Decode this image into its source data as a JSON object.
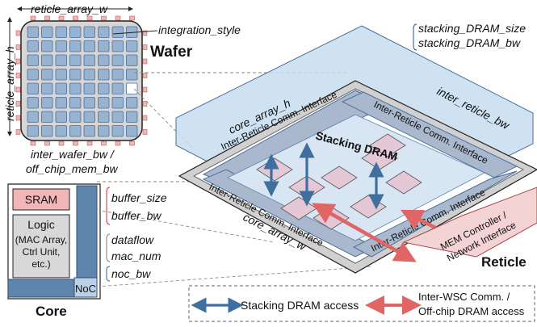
{
  "wafer": {
    "title": "Wafer",
    "reticle_array_w": "reticle_array_w",
    "reticle_array_h": "reticle_array_h",
    "integration_style": "integration_style",
    "inter_wafer_bw": "inter_wafer_bw /",
    "off_chip_mem_bw": "off_chip_mem_bw"
  },
  "core": {
    "title": "Core",
    "sram": "SRAM",
    "logic": "Logic",
    "logic_detail": [
      "(MAC Array,",
      "Ctrl Unit,",
      "etc.)"
    ],
    "noc": "NoC",
    "params": [
      "buffer_size",
      "buffer_bw",
      "dataflow",
      "mac_num",
      "noc_bw"
    ]
  },
  "reticle": {
    "title": "Reticle",
    "stacking_dram": "Stacking DRAM",
    "stacking_dram_size": "stacking_DRAM_size",
    "stacking_dram_bw": "stacking_DRAM_bw",
    "inter_reticle_bw": "inter_reticle_bw",
    "core_array_h": "core_array_h",
    "core_array_w": "core_array_w",
    "interface_label": "Inter-Reticle Comm. Interface",
    "mem_controller": [
      "MEM Controller /",
      "Network Interface"
    ]
  },
  "legend": {
    "stacking_access": "Stacking DRAM access",
    "inter_wsc_1": "Inter-WSC Comm. /",
    "inter_wsc_2": "Off-chip DRAM access"
  },
  "colors": {
    "grid_blue": "#4a6f9c",
    "dram_blue": "#c6ddf0",
    "core_pink": "#ecd0dc",
    "red_arrow": "#e06565",
    "blue_arrow": "#3f6f9f"
  }
}
